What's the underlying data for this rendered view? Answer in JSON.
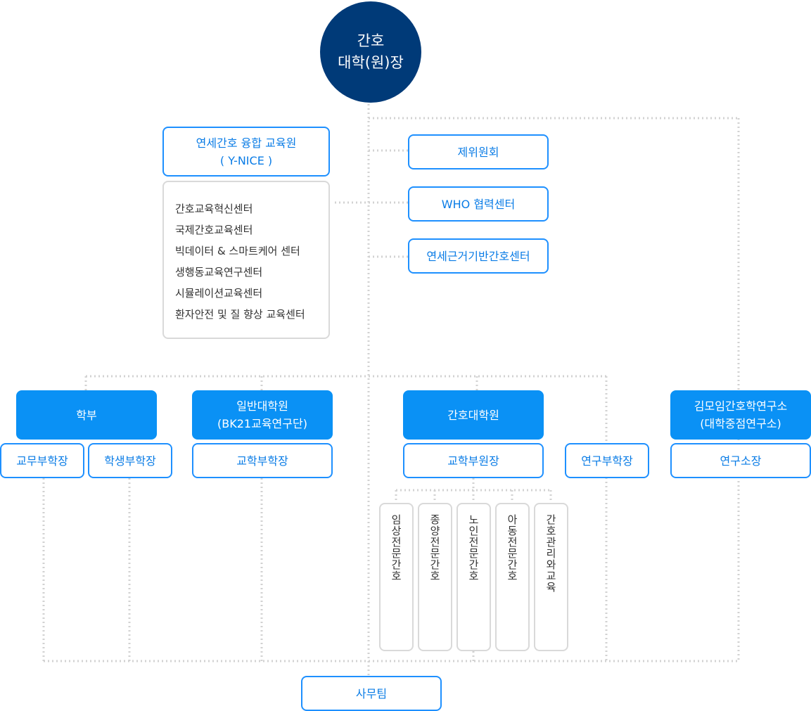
{
  "dean": {
    "line1": "간호",
    "line2": "대학(원)장"
  },
  "ynice": {
    "line1": "연세간호 융합 교육원",
    "line2": "( Y-NICE )"
  },
  "centers": [
    "간호교육혁신센터",
    "국제간호교육센터",
    "빅데이터 & 스마트케어 센터",
    "생행동교육연구센터",
    "시뮬레이션교육센터",
    "환자안전 및 질 향상 교육센터"
  ],
  "right_boxes": {
    "committee": "제위원회",
    "who": "WHO 협력센터",
    "evidence": "연세근거기반간호센터"
  },
  "undergrad": {
    "title": "학부",
    "academic": "교무부학장",
    "student": "학생부학장"
  },
  "grad": {
    "line1": "일반대학원",
    "line2": "(BK21교육연구단)",
    "vice": "교학부학장"
  },
  "nursing_grad": {
    "title": "간호대학원",
    "vice": "교학부원장"
  },
  "research_vice": "연구부학장",
  "institute": {
    "line1": "김모임간호학연구소",
    "line2": "(대학중점연구소)",
    "director": "연구소장"
  },
  "specialties": [
    "임상전문간호",
    "종양전문간호",
    "노인전문간호",
    "아동전문간호",
    "간호관리와교육"
  ],
  "office": "사무팀",
  "colors": {
    "navy": "#003a78",
    "blue": "#0a91f5",
    "outline": "#1e90ff",
    "gray": "#d9d9d9",
    "line": "#d2d2d2"
  }
}
